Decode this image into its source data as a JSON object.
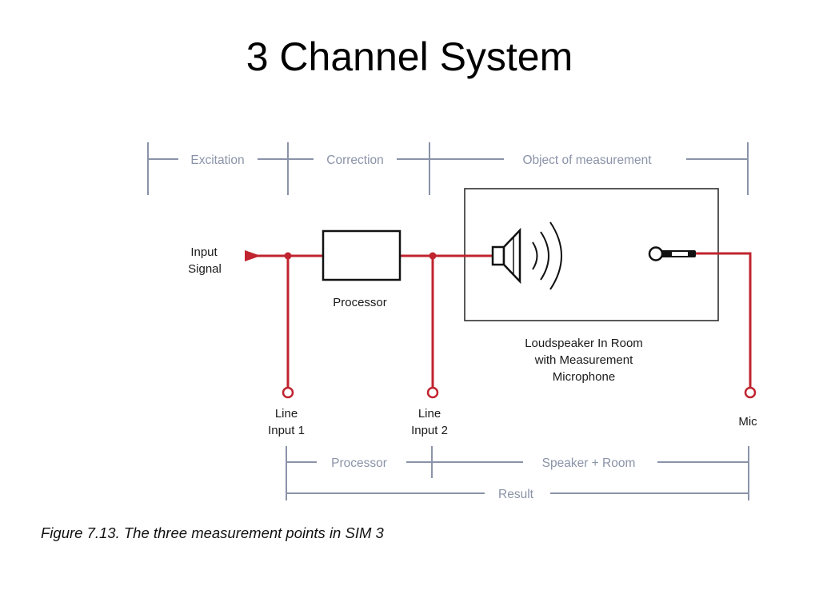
{
  "slide": {
    "title": "3 Channel System",
    "caption": "Figure 7.13.  The three measurement points in SIM 3"
  },
  "diagram": {
    "brackets_top": {
      "excitation": "Excitation",
      "correction": "Correction",
      "object": "Object of measurement"
    },
    "brackets_bottom": {
      "processor": "Processor",
      "speaker_room": "Speaker + Room",
      "result": "Result"
    },
    "labels": {
      "input_signal_1": "Input",
      "input_signal_2": "Signal",
      "processor": "Processor",
      "room_1": "Loudspeaker In Room",
      "room_2": "with Measurement",
      "room_3": "Microphone",
      "line1_1": "Line",
      "line1_2": "Input 1",
      "line2_1": "Line",
      "line2_2": "Input 2",
      "mic": "Mic"
    },
    "colors": {
      "signal": "#c0242f",
      "bracket": "#8a93a8",
      "box": "#222222"
    },
    "icons": [
      "loudspeaker-icon",
      "sound-waves-icon",
      "microphone-icon"
    ]
  }
}
